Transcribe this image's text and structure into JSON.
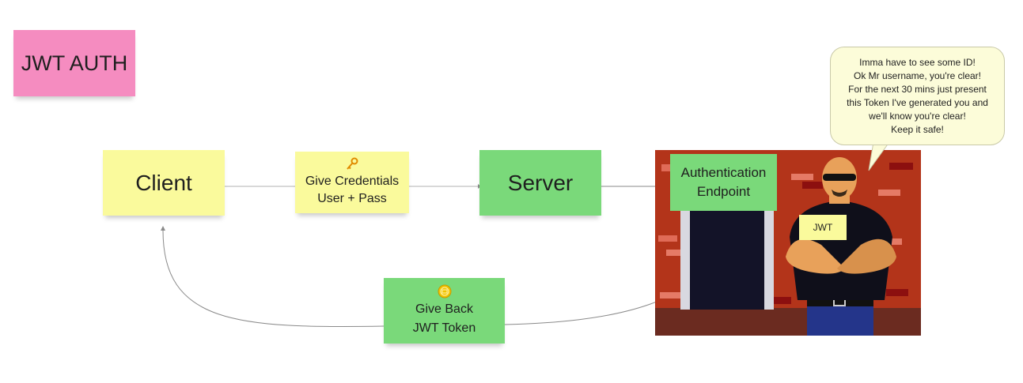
{
  "title": "JWT AUTH",
  "client": {
    "label": "Client"
  },
  "credentials_note": {
    "icon": "key-icon",
    "line1": "Give Credentials",
    "line2": "User + Pass"
  },
  "server": {
    "label": "Server"
  },
  "auth_endpoint": {
    "line1": "Authentication",
    "line2": "Endpoint"
  },
  "token_note": {
    "icon": "coin-icon",
    "line1": "Give Back",
    "line2": "JWT Token"
  },
  "speech_bubble": {
    "lines": [
      "Imma have to see some ID!",
      "Ok Mr username, you're clear!",
      "For the next 30 mins just present",
      "this Token I've generated you and",
      "we'll know you're clear!",
      "Keep it safe!"
    ]
  },
  "badge": {
    "label": "JWT"
  },
  "colors": {
    "sticky_yellow": "#fafa9c",
    "sticky_green": "#7ad97a",
    "sticky_pink": "#f58cc0",
    "connector": "#8a8a8a",
    "brick_wall": "#b3341a",
    "door": "#131328"
  }
}
